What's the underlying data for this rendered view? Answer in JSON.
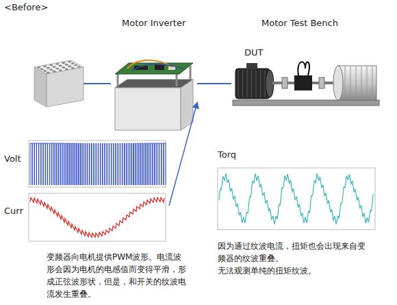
{
  "diagram": {
    "nodes": [
      {
        "text": [
          "Motor Inverter"
        ]
      },
      {
        "text": [
          "Motor Test Bench",
          "DUT"
        ]
      },
      {
        "text": [
          "Volt"
        ]
      },
      {
        "text": [
          "Curr"
        ]
      },
      {
        "text": [
          "Torq"
        ]
      }
    ],
    "edges": [
      {
        "from": 0,
        "to": 1,
        "arrow": "none"
      }
    ],
    "labels": [
      "<Before>",
      "变频器向电机提供PWM波形。电流波形会因为电机的电感值而变得平滑，形成正弦波形状，但是，和开关的纹波电流发生重叠。",
      "因为通过纹波电流，扭矩也会出现来自变频器的纹波重叠。",
      "无法观测单纯的扭矩纹波。"
    ]
  }
}
